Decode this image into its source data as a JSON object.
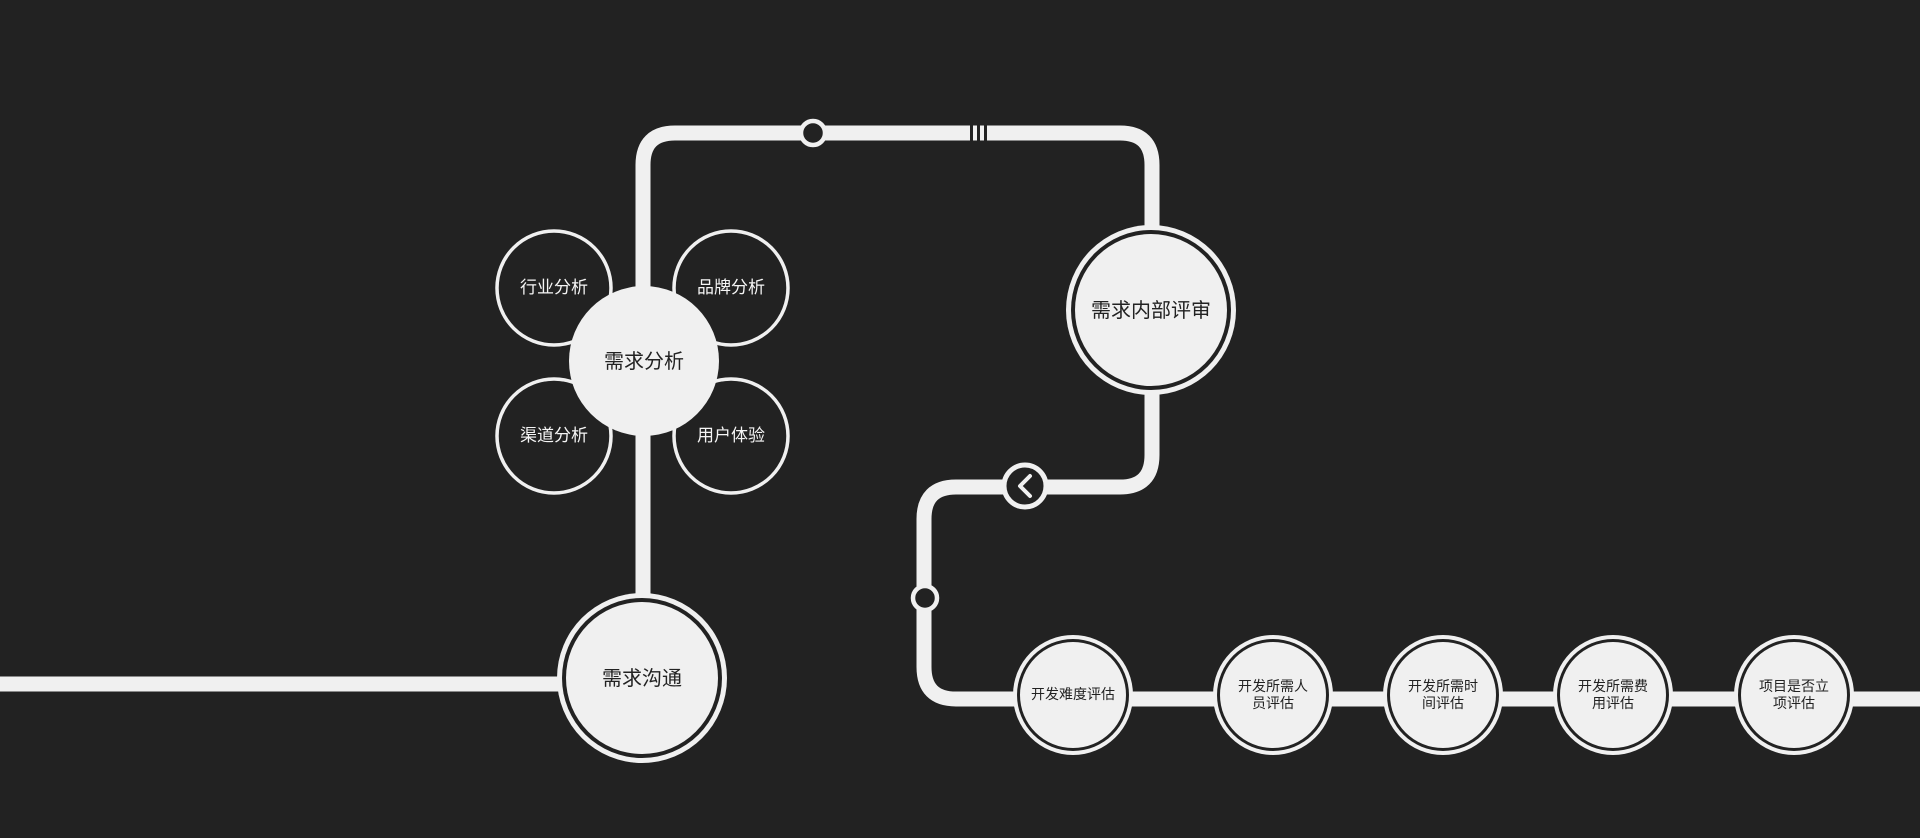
{
  "colors": {
    "background": "#222222",
    "track": "#f0f0f0",
    "node_fill": "#f0f0f0",
    "node_text": "#222222",
    "petal_text": "#f5f5f5"
  },
  "icons": {
    "direction_marker": "chevron-left-icon"
  },
  "nodes": {
    "communication": "需求沟通",
    "analysis": "需求分析",
    "internal_review": "需求内部评审"
  },
  "analysis_aspects": [
    "行业分析",
    "品牌分析",
    "渠道分析",
    "用户体验"
  ],
  "evaluation_steps": [
    [
      "开发难度评估"
    ],
    [
      "开发所需人",
      "员评估"
    ],
    [
      "开发所需时",
      "间评估"
    ],
    [
      "开发所需费",
      "用评估"
    ],
    [
      "项目是否立",
      "项评估"
    ]
  ]
}
